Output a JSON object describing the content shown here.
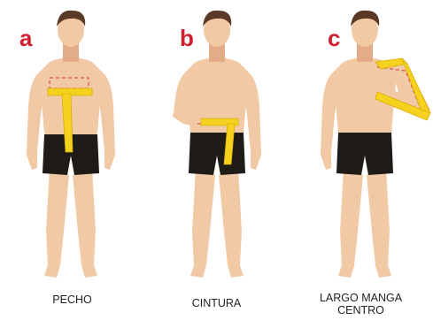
{
  "colors": {
    "skin": "#F2C9A5",
    "skin_shadow": "#E3AC86",
    "hair": "#5A3A26",
    "shorts": "#1F1C18",
    "tape": "#F5D21E",
    "tape_edge": "#D9AE08",
    "dash": "#E0505A",
    "letter": "#D0202E"
  },
  "panels": [
    {
      "letter": "a",
      "label": "PECHO"
    },
    {
      "letter": "b",
      "label": "CINTURA"
    },
    {
      "letter": "c",
      "label_lines": [
        "LARGO MANGA",
        "CENTRO"
      ]
    }
  ]
}
